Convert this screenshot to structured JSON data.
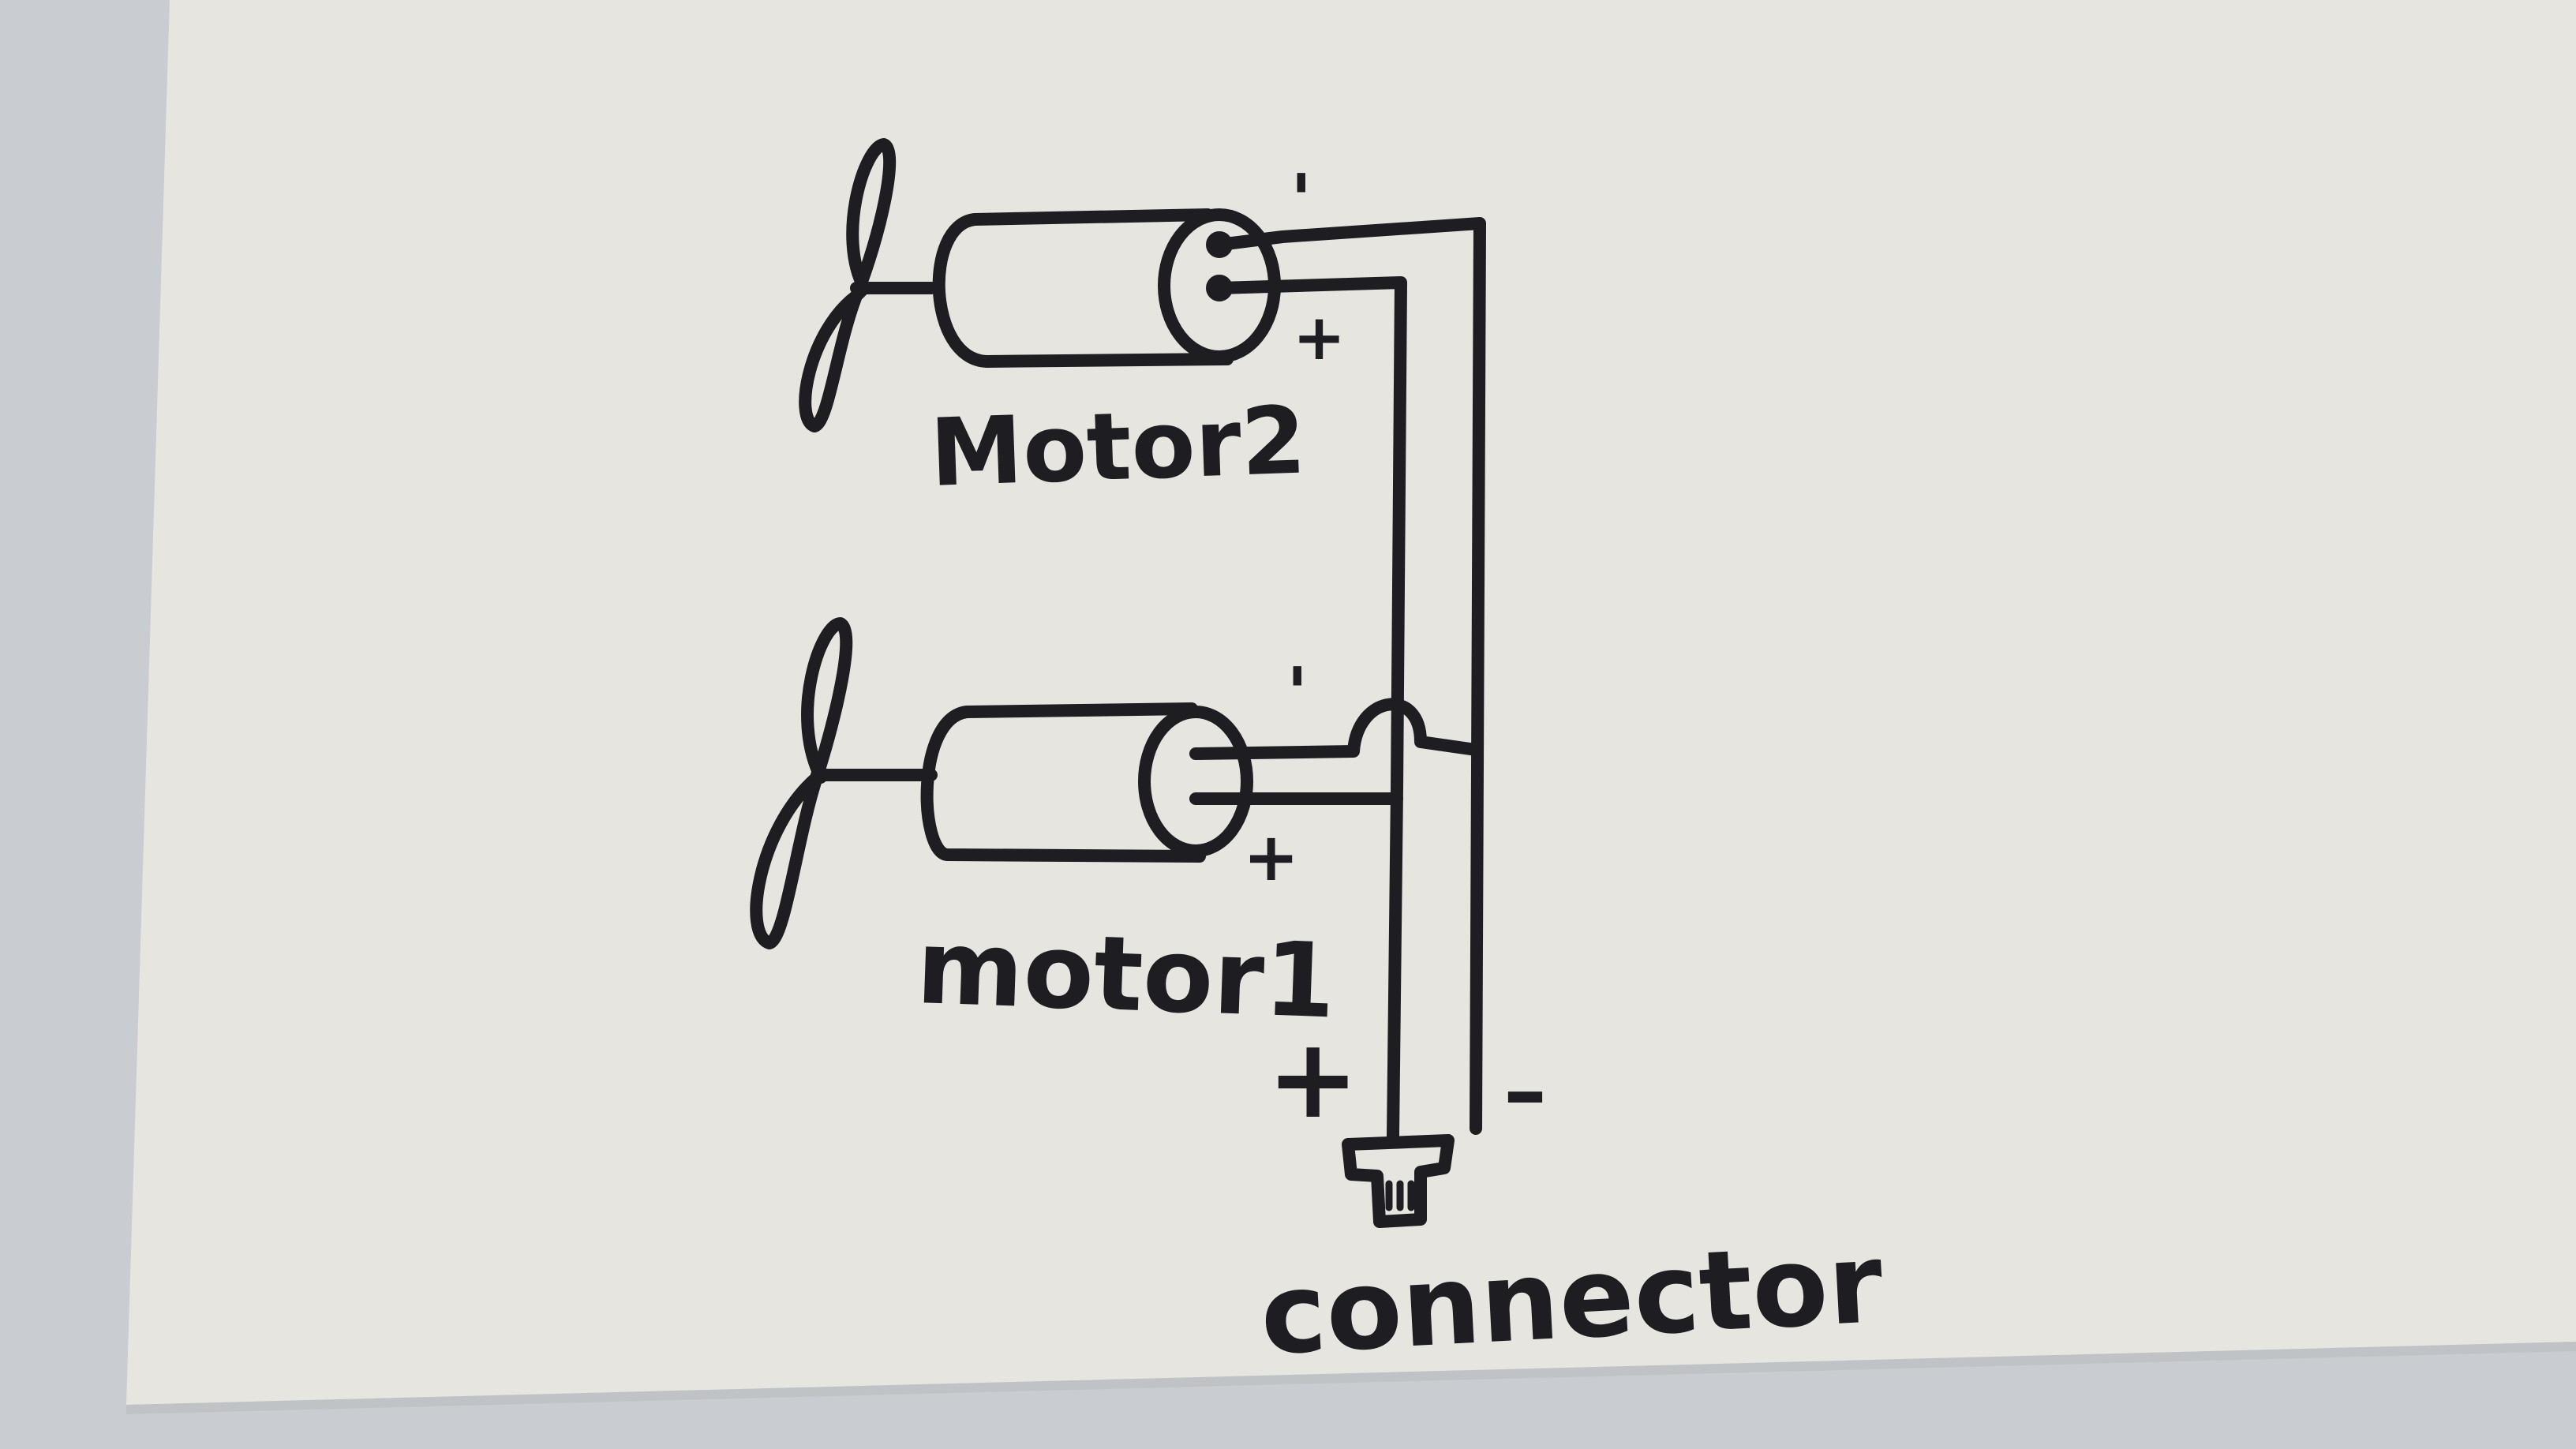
{
  "labels": {
    "motor2": "Motor2",
    "motor1": "motor1",
    "connector": "connector",
    "plus_main": "+",
    "minus_main": "–",
    "motor2_plus": "+",
    "motor2_minus": "'",
    "motor1_plus": "+",
    "motor1_minus": "'"
  },
  "icons": {
    "propeller_top": "propeller-icon",
    "propeller_bottom": "propeller-icon",
    "motor_top": "motor-icon",
    "motor_bottom": "motor-icon",
    "connector": "connector-icon"
  },
  "colors": {
    "ink": "#1e1e22",
    "paper": "#e7e5e0",
    "background": "#c9ccd0"
  }
}
